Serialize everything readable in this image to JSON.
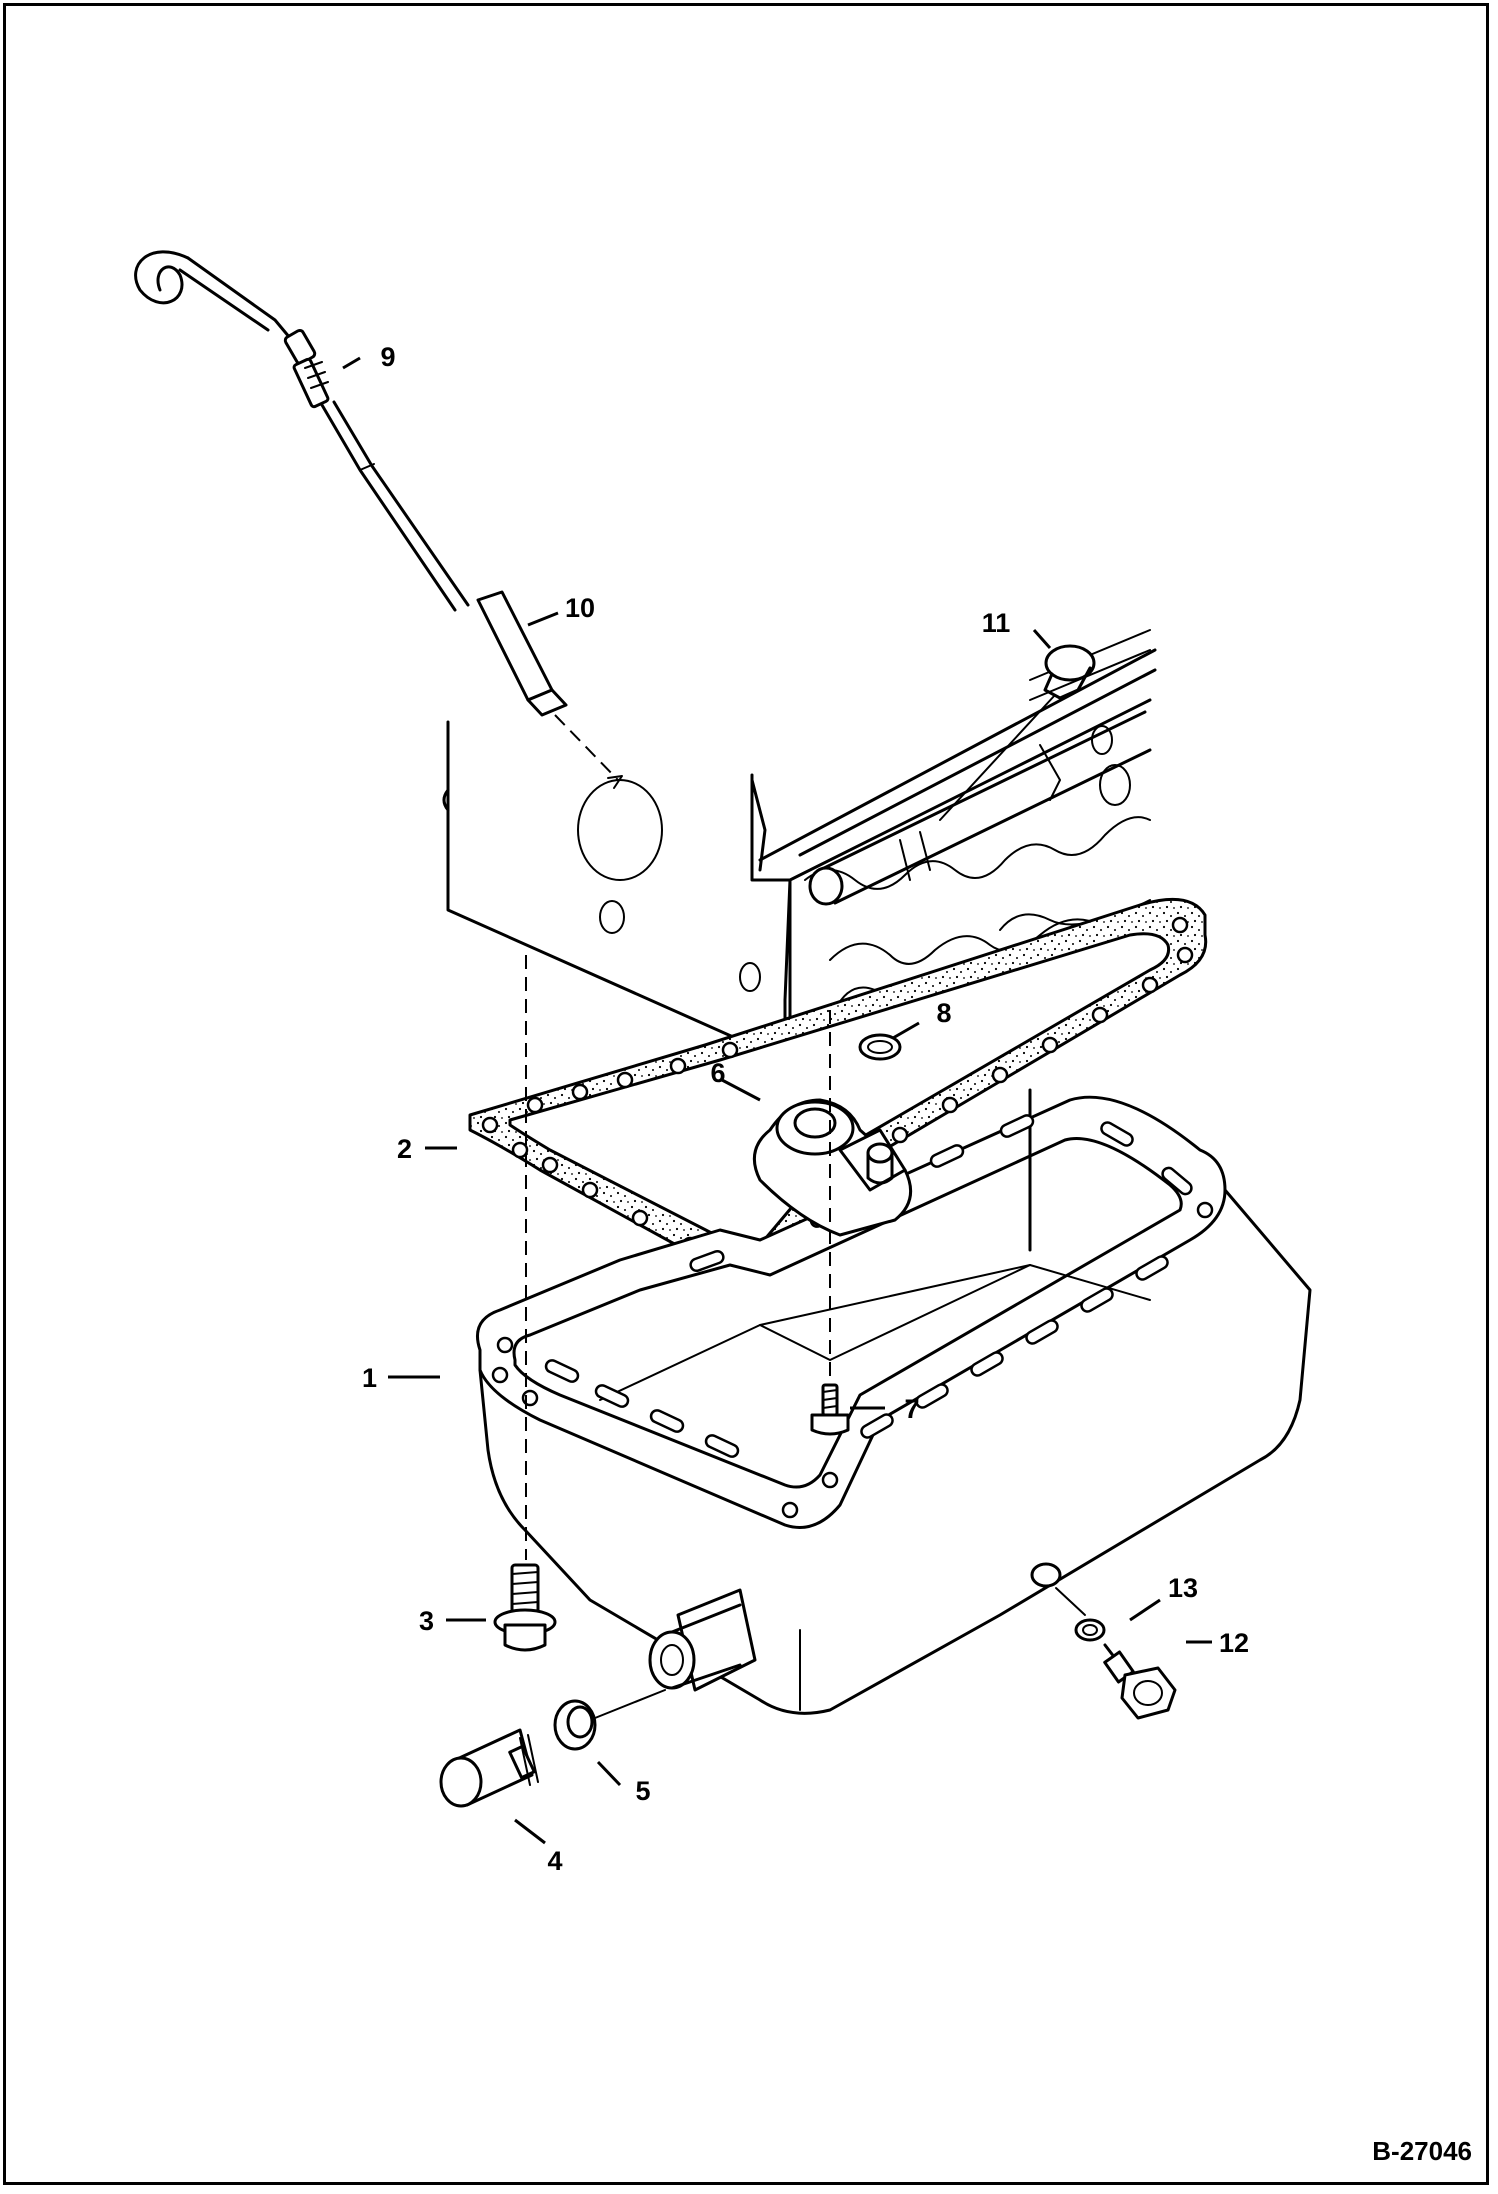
{
  "drawing_ref": "B-27046",
  "callouts": [
    {
      "id": "1",
      "label": "1"
    },
    {
      "id": "2",
      "label": "2"
    },
    {
      "id": "3",
      "label": "3"
    },
    {
      "id": "4",
      "label": "4"
    },
    {
      "id": "5",
      "label": "5"
    },
    {
      "id": "6",
      "label": "6"
    },
    {
      "id": "7",
      "label": "7"
    },
    {
      "id": "8",
      "label": "8"
    },
    {
      "id": "9",
      "label": "9"
    },
    {
      "id": "10",
      "label": "10"
    },
    {
      "id": "11",
      "label": "11"
    },
    {
      "id": "12",
      "label": "12"
    },
    {
      "id": "13",
      "label": "13"
    }
  ],
  "parts": [
    "dipstick",
    "dipstick-guide",
    "oil-filler-plug",
    "engine-block",
    "oil-strainer-gasket",
    "o-ring",
    "oil-strainer",
    "bolt",
    "oil-pan-gasket",
    "oil-pan",
    "drain-plug",
    "washer",
    "plug"
  ]
}
